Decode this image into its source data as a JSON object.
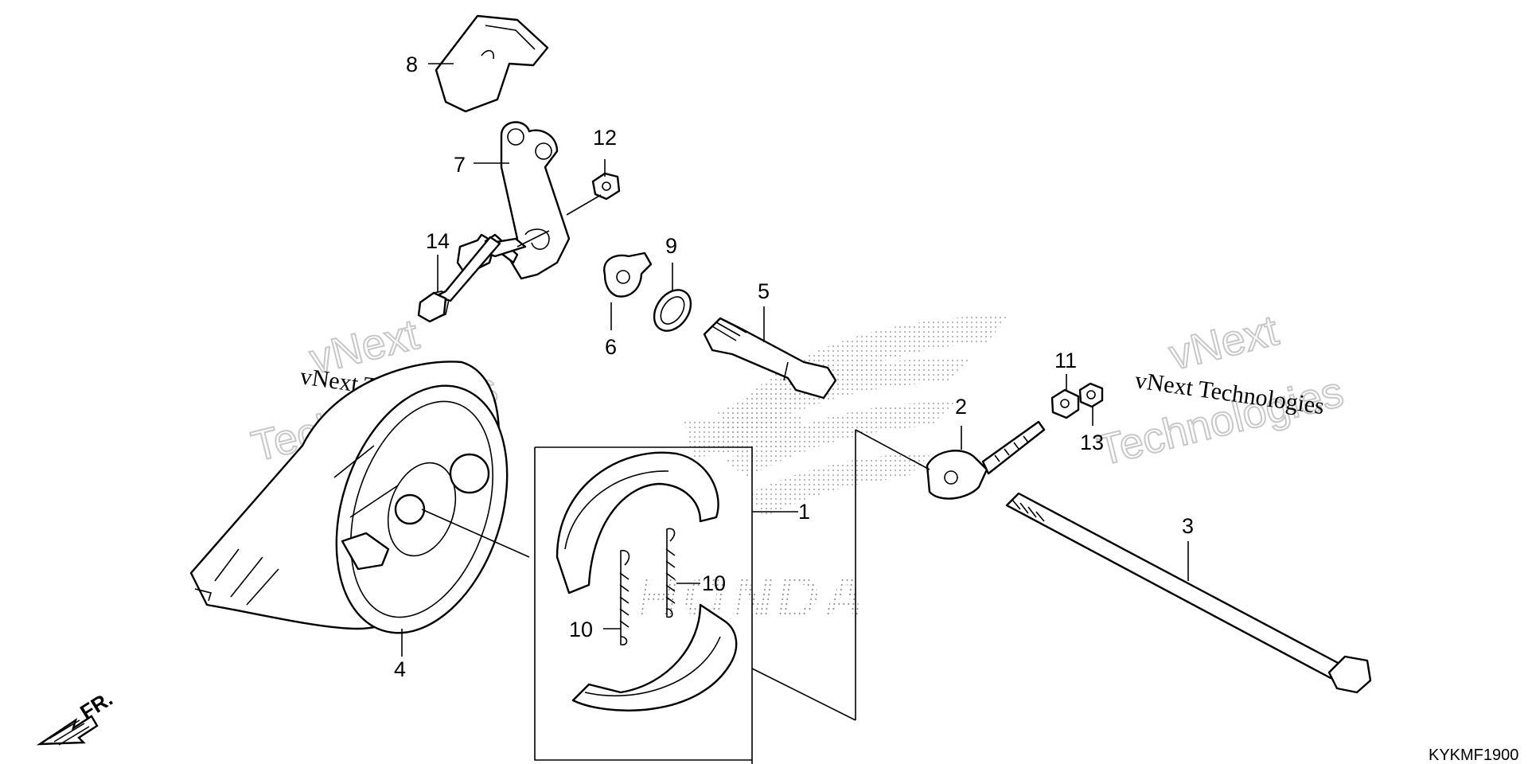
{
  "diagram": {
    "callouts": [
      {
        "id": "1",
        "text": "1"
      },
      {
        "id": "2",
        "text": "2"
      },
      {
        "id": "3",
        "text": "3"
      },
      {
        "id": "4",
        "text": "4"
      },
      {
        "id": "5",
        "text": "5"
      },
      {
        "id": "6",
        "text": "6"
      },
      {
        "id": "7",
        "text": "7"
      },
      {
        "id": "8",
        "text": "8"
      },
      {
        "id": "9",
        "text": "9"
      },
      {
        "id": "10a",
        "text": "10"
      },
      {
        "id": "10b",
        "text": "10"
      },
      {
        "id": "11",
        "text": "11"
      },
      {
        "id": "12",
        "text": "12"
      },
      {
        "id": "13",
        "text": "13"
      },
      {
        "id": "14",
        "text": "14"
      }
    ],
    "watermarks": [
      {
        "line1": "vNext Technologies",
        "line2": "Technologies",
        "line3": "vNext"
      }
    ],
    "brand_text": "HONDA",
    "direction_label": "FR.",
    "diagram_code": "KYKMF1900"
  }
}
